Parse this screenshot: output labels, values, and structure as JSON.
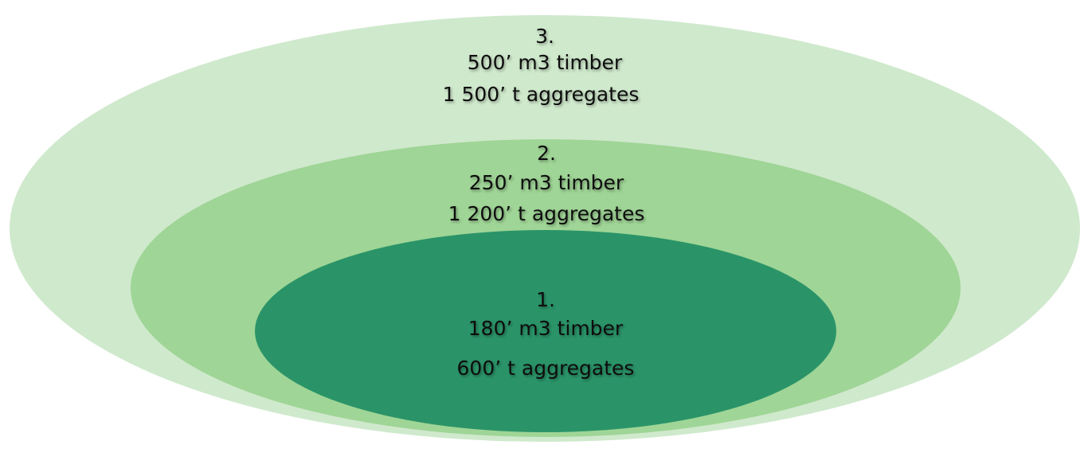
{
  "colors": {
    "outer_fill": "#cfe9cc",
    "middle_fill": "#9fd596",
    "inner_fill": "#2a9468",
    "text": "#111111"
  },
  "rings": [
    {
      "id": "outer",
      "number": "3.",
      "timber": "500’ m3 timber",
      "aggregates": "1 500’ t aggregates"
    },
    {
      "id": "middle",
      "number": "2.",
      "timber": "250’ m3 timber",
      "aggregates": "1 200’ t aggregates"
    },
    {
      "id": "inner",
      "number": "1.",
      "timber": "180’ m3 timber",
      "aggregates": "600’ t aggregates"
    }
  ]
}
